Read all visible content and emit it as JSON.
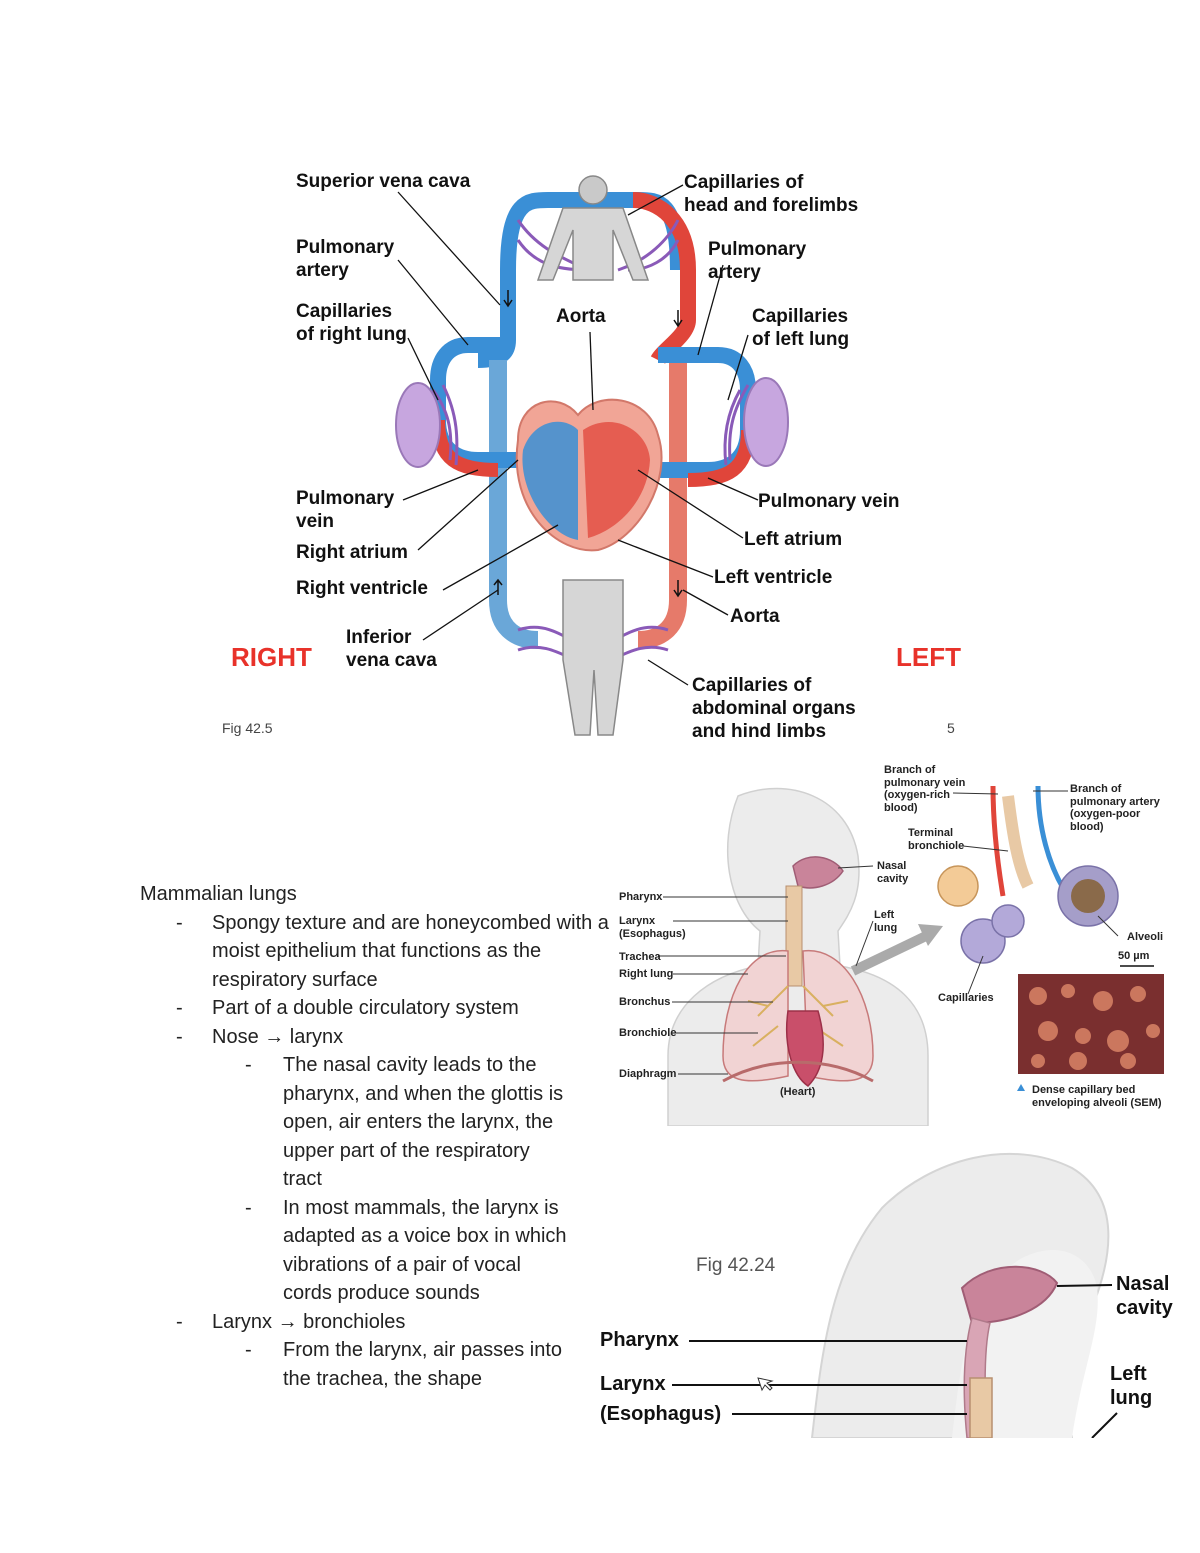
{
  "circulation_figure": {
    "labels": {
      "superior_vena_cava": "Superior vena cava",
      "pulmonary_artery_right": "Pulmonary\nartery",
      "capillaries_right_lung": "Capillaries\nof right lung",
      "aorta_top": "Aorta",
      "capillaries_head": "Capillaries of\nhead and forelimbs",
      "pulmonary_artery_left": "Pulmonary\nartery",
      "capillaries_left_lung": "Capillaries\nof left lung",
      "pulmonary_vein_right": "Pulmonary\nvein",
      "right_atrium": "Right atrium",
      "right_ventricle": "Right ventricle",
      "inferior_vena_cava": "Inferior\nvena cava",
      "pulmonary_vein_left": "Pulmonary vein",
      "left_atrium": "Left atrium",
      "left_ventricle": "Left ventricle",
      "aorta_bottom": "Aorta",
      "capillaries_abdominal": "Capillaries of\nabdominal organs\nand hind limbs"
    },
    "side_right": "RIGHT",
    "side_left": "LEFT",
    "fig_label": "Fig 42.5",
    "page_number": "5",
    "colors": {
      "oxygen_poor": "#3a8fd6",
      "oxygen_rich": "#e0453a",
      "capillary": "#8a5ab8",
      "side_label": "#e8322a"
    }
  },
  "notes": {
    "heading": "Mammalian lungs",
    "items": [
      {
        "level": 1,
        "text": "Spongy texture and are honeycombed with a moist epithelium that functions as the respiratory surface"
      },
      {
        "level": 1,
        "text": "Part of a double circulatory system"
      },
      {
        "level": 1,
        "text": "Nose → larynx"
      },
      {
        "level": 2,
        "text": "The nasal cavity leads to the pharynx, and when the glottis is open, air enters the larynx, the upper part of the respiratory tract"
      },
      {
        "level": 2,
        "text": "In most mammals, the larynx is adapted as a voice box in which vibrations of a pair of vocal cords produce sounds"
      },
      {
        "level": 1,
        "text": "Larynx → bronchioles"
      },
      {
        "level": 2,
        "text": "From the larynx, air passes into the trachea, the shape"
      }
    ],
    "bullet": "-"
  },
  "respiratory_figure": {
    "labels": {
      "branch_vein": "Branch of\npulmonary vein\n(oxygen-rich\nblood)",
      "branch_artery": "Branch of\npulmonary artery\n(oxygen-poor\nblood)",
      "terminal_bronchiole": "Terminal\nbronchiole",
      "nasal_cavity": "Nasal\ncavity",
      "pharynx": "Pharynx",
      "left_lung": "Left\nlung",
      "larynx": "Larynx\n(Esophagus)",
      "alveoli": "Alveoli",
      "trachea": "Trachea",
      "right_lung": "Right lung",
      "scale": "50 µm",
      "bronchus": "Bronchus",
      "capillaries": "Capillaries",
      "bronchiole": "Bronchiole",
      "diaphragm": "Diaphragm",
      "heart": "(Heart)",
      "sem_caption": "Dense capillary bed\nenveloping alveoli (SEM)"
    }
  },
  "zoom_figure": {
    "fig_label": "Fig 42.24",
    "labels": {
      "nasal_cavity": "Nasal\ncavity",
      "pharynx": "Pharynx",
      "left_lung": "Left\nlung",
      "larynx": "Larynx",
      "esophagus": "(Esophagus)"
    }
  }
}
